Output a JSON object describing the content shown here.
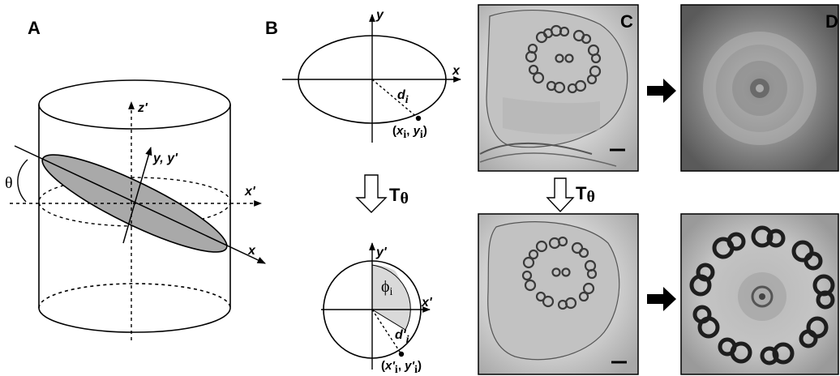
{
  "panels": {
    "a": {
      "label": "A",
      "z_axis": "z'",
      "y_axis": "y, y'",
      "x_prime_axis": "x'",
      "x_axis": "x",
      "angle": "θ"
    },
    "b": {
      "label": "B",
      "top": {
        "y_axis": "y",
        "x_axis": "x",
        "distance": "d",
        "distance_sub": "i",
        "point_open": "(",
        "point_x": "x",
        "point_x_sub": "i",
        "point_sep": ", ",
        "point_y": "y",
        "point_y_sub": "i",
        "point_close": ")"
      },
      "transform": "T",
      "transform_sub": "θ",
      "bottom": {
        "y_axis": "y'",
        "x_axis": "x'",
        "phi": "ϕ",
        "phi_sub": "i",
        "distance": "d'",
        "distance_sub": "i",
        "point_open": "(",
        "point_x": "x'",
        "point_x_sub": "i",
        "point_sep": ", ",
        "point_y": "y'",
        "point_y_sub": "i",
        "point_close": ")"
      }
    },
    "c": {
      "label": "C",
      "transform": "T",
      "transform_sub": "θ"
    },
    "d": {
      "label": "D"
    }
  }
}
